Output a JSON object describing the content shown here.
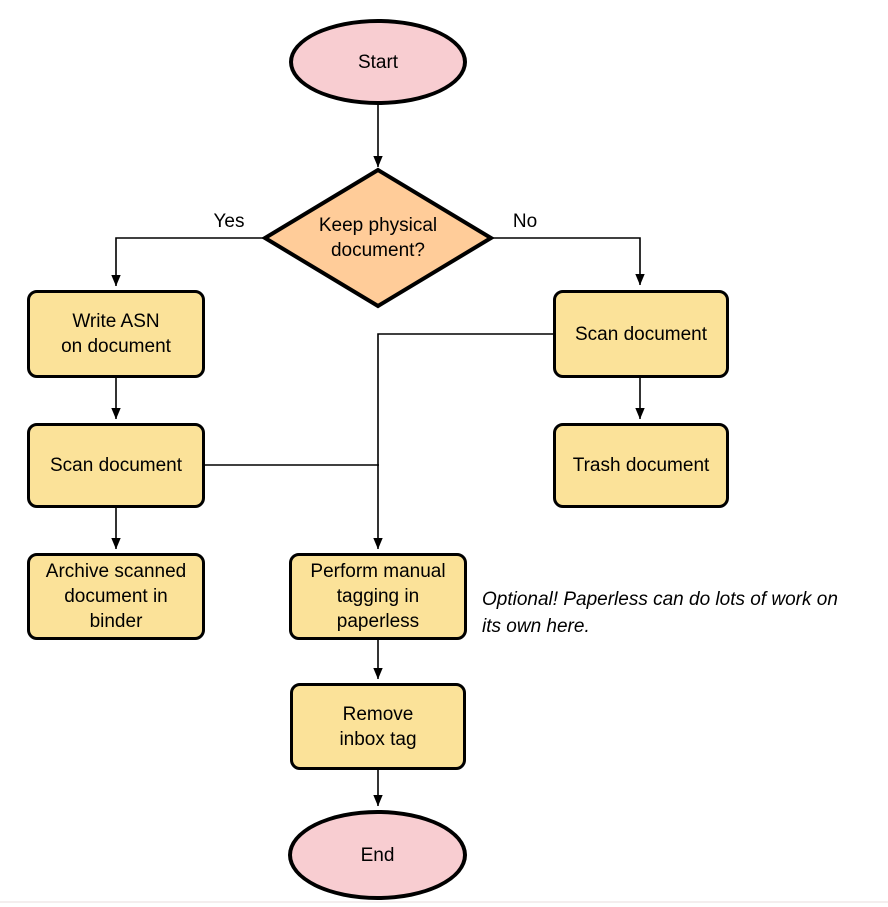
{
  "diagram": {
    "type": "flowchart",
    "nodes": {
      "start": {
        "label": "Start"
      },
      "decision": {
        "lines": [
          "Keep physical",
          "document?"
        ]
      },
      "write_asn": {
        "lines": [
          "Write ASN",
          "on document"
        ]
      },
      "scan_left": {
        "label": "Scan document"
      },
      "archive": {
        "lines": [
          "Archive scanned",
          "document in",
          "binder"
        ]
      },
      "scan_right": {
        "label": "Scan document"
      },
      "trash": {
        "label": "Trash document"
      },
      "tagging": {
        "lines": [
          "Perform manual",
          "tagging in",
          "paperless"
        ]
      },
      "remove_inbox": {
        "lines": [
          "Remove",
          "inbox tag"
        ]
      },
      "end": {
        "label": "End"
      }
    },
    "edge_labels": {
      "yes": "Yes",
      "no": "No"
    },
    "note": {
      "lines": [
        "Optional! Paperless can do lots of work on",
        "its own here."
      ]
    },
    "colors": {
      "terminal_fill": "#F8CDD1",
      "decision_fill": "#FFCC99",
      "process_fill": "#FBE299",
      "stroke": "#000000"
    }
  }
}
